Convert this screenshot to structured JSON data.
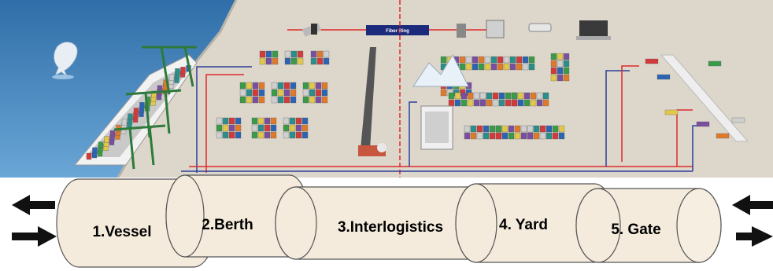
{
  "scene": {
    "network_label": "Fiber Ring",
    "colors": {
      "sea": "#4e8bc2",
      "sea_light": "#8fbde2",
      "ground": "#d9d3c8",
      "red_line": "#e02a2a",
      "blue_line": "#2b3f9a",
      "network_box": "#1b2a7a"
    }
  },
  "stages": [
    {
      "id": "vessel",
      "label": "1.Vessel"
    },
    {
      "id": "berth",
      "label": "2.Berth"
    },
    {
      "id": "interlogistics",
      "label": "3.Interlogistics"
    },
    {
      "id": "yard",
      "label": "4. Yard"
    },
    {
      "id": "gate",
      "label": "5. Gate"
    }
  ],
  "pipe_colors": {
    "fill": "#f4ebdc",
    "stroke": "#555555"
  },
  "arrows": [
    {
      "id": "left-top",
      "direction": "left"
    },
    {
      "id": "left-bottom",
      "direction": "right"
    },
    {
      "id": "right-top",
      "direction": "left"
    },
    {
      "id": "right-bottom",
      "direction": "right"
    }
  ]
}
